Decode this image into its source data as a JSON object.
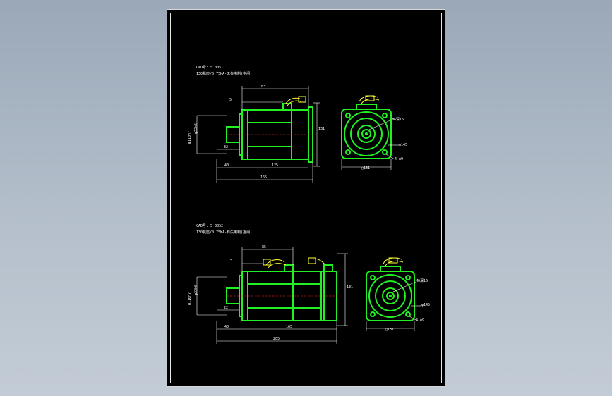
{
  "drawing": {
    "frame_color": "#000000",
    "line_color": "#22f022",
    "dimension_color": "#ffffff",
    "cable_color": "#ffff33",
    "centerline_color": "#ff2a2a"
  },
  "views": [
    {
      "title_line1": "CAD号: 5 0051",
      "title_line2": "130机座/0 75KA-无失电制(抱闸)",
      "dims": {
        "top_total": "83",
        "top_small": "5",
        "height": "131",
        "shaft_dia": "φ22h6",
        "pilot_dia": "φ110h7",
        "shaft_len": "32",
        "flange_len": "40",
        "body_len": "125",
        "total_len": "165",
        "pcd": "M6深16",
        "bolt_circle": "φ145",
        "hole": "4-φ9",
        "square": "□131"
      }
    },
    {
      "title_line1": "CAD号: 5 0052",
      "title_line2": "130机座/0 75KA-有失电制(抱闸)",
      "dims": {
        "top_total": "85",
        "top_small": "5",
        "height": "131",
        "shaft_dia": "φ22h6",
        "pilot_dia": "φ110h7",
        "shaft_len": "22",
        "flange_len": "40",
        "body_len": "165",
        "total_len": "205",
        "pcd": "M6深16",
        "bolt_circle": "φ145",
        "hole": "4-φ9",
        "square": "□131"
      }
    }
  ]
}
